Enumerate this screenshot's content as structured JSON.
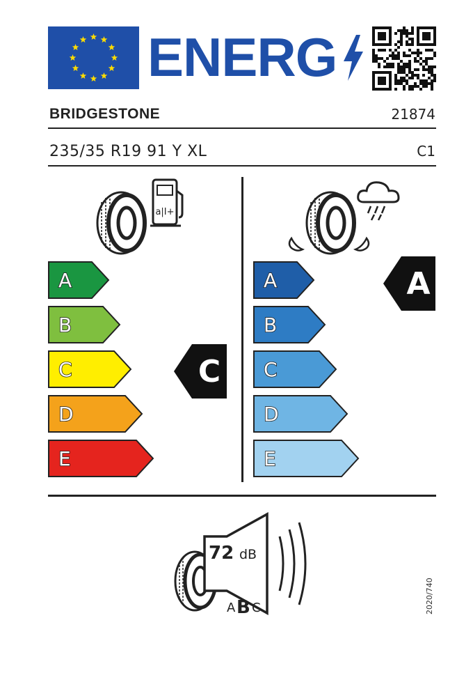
{
  "header": {
    "energy_word": "ENERG",
    "brand": "BRIDGESTONE",
    "code": "21874",
    "tyre_size": "235/35 R19 91 Y XL",
    "tyre_class": "C1"
  },
  "fuel_efficiency": {
    "classes": [
      "A",
      "B",
      "C",
      "D",
      "E"
    ],
    "colors": [
      "#1a9641",
      "#7fbf3f",
      "#ffee00",
      "#f4a21b",
      "#e5241e"
    ],
    "rating": "C"
  },
  "wet_grip": {
    "classes": [
      "A",
      "B",
      "C",
      "D",
      "E"
    ],
    "colors": [
      "#1f5ea8",
      "#2e7cc4",
      "#4a9ad6",
      "#6fb5e4",
      "#a2d2f0"
    ],
    "rating": "A"
  },
  "noise": {
    "value": "72",
    "unit": "dB",
    "class_letters": [
      "A",
      "B",
      "C"
    ],
    "selected_class": "B"
  },
  "regulation": "2020/740",
  "colors": {
    "eu_blue": "#1f4fa8",
    "eu_star": "#ffdd00",
    "text": "#222222"
  }
}
